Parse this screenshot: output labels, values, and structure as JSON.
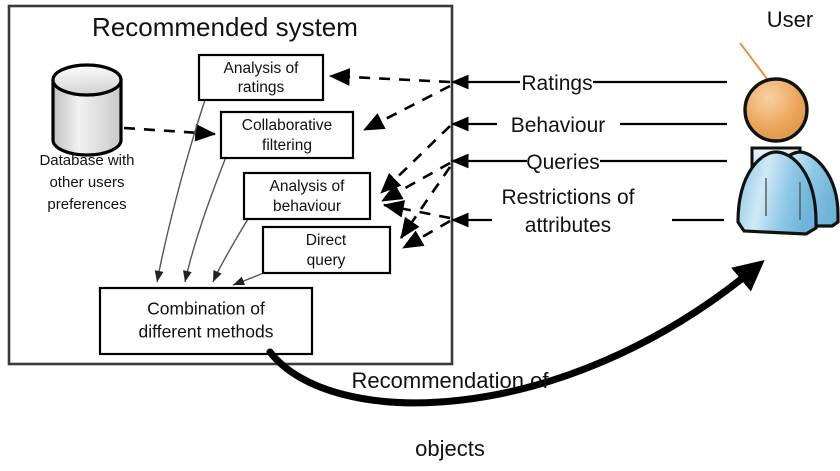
{
  "diagram": {
    "title": "Recommended system",
    "system_boundary_label": "Recommended system",
    "database": {
      "caption_line1": "Database with",
      "caption_line2": "other users",
      "caption_line3": "preferences",
      "icon": "database-cylinder-icon"
    },
    "process_boxes": [
      {
        "id": "analysis-of-ratings",
        "line1": "Analysis of",
        "line2": "ratings"
      },
      {
        "id": "collaborative-filtering",
        "line1": "Collaborative",
        "line2": "filtering"
      },
      {
        "id": "analysis-of-behaviour",
        "line1": "Analysis of",
        "line2": "behaviour"
      },
      {
        "id": "direct-query",
        "line1": "Direct",
        "line2": "query"
      },
      {
        "id": "combination-of-different-methods",
        "line1": "Combination of",
        "line2": "different methods"
      }
    ],
    "input_flows": [
      {
        "id": "ratings",
        "label": "Ratings"
      },
      {
        "id": "behaviour",
        "label": "Behaviour"
      },
      {
        "id": "queries",
        "label": "Queries"
      },
      {
        "id": "restrictions-of-attributes",
        "label_line1": "Restrictions of",
        "label_line2": "attributes"
      }
    ],
    "output_flow": {
      "id": "recommendation-of-objects",
      "label_line1": "Recommendation of",
      "label_line2": "objects"
    },
    "actor": {
      "id": "user",
      "label": "User",
      "icon": "user-person-icon",
      "head_color": "#eda85e",
      "body_color": "#9fd0ea"
    },
    "colors": {
      "stroke": "#000000",
      "boundary_stroke": "#3a3a3a",
      "thin_connector": "#555555",
      "leader": "#e08c2a",
      "background": "#ffffff"
    }
  }
}
